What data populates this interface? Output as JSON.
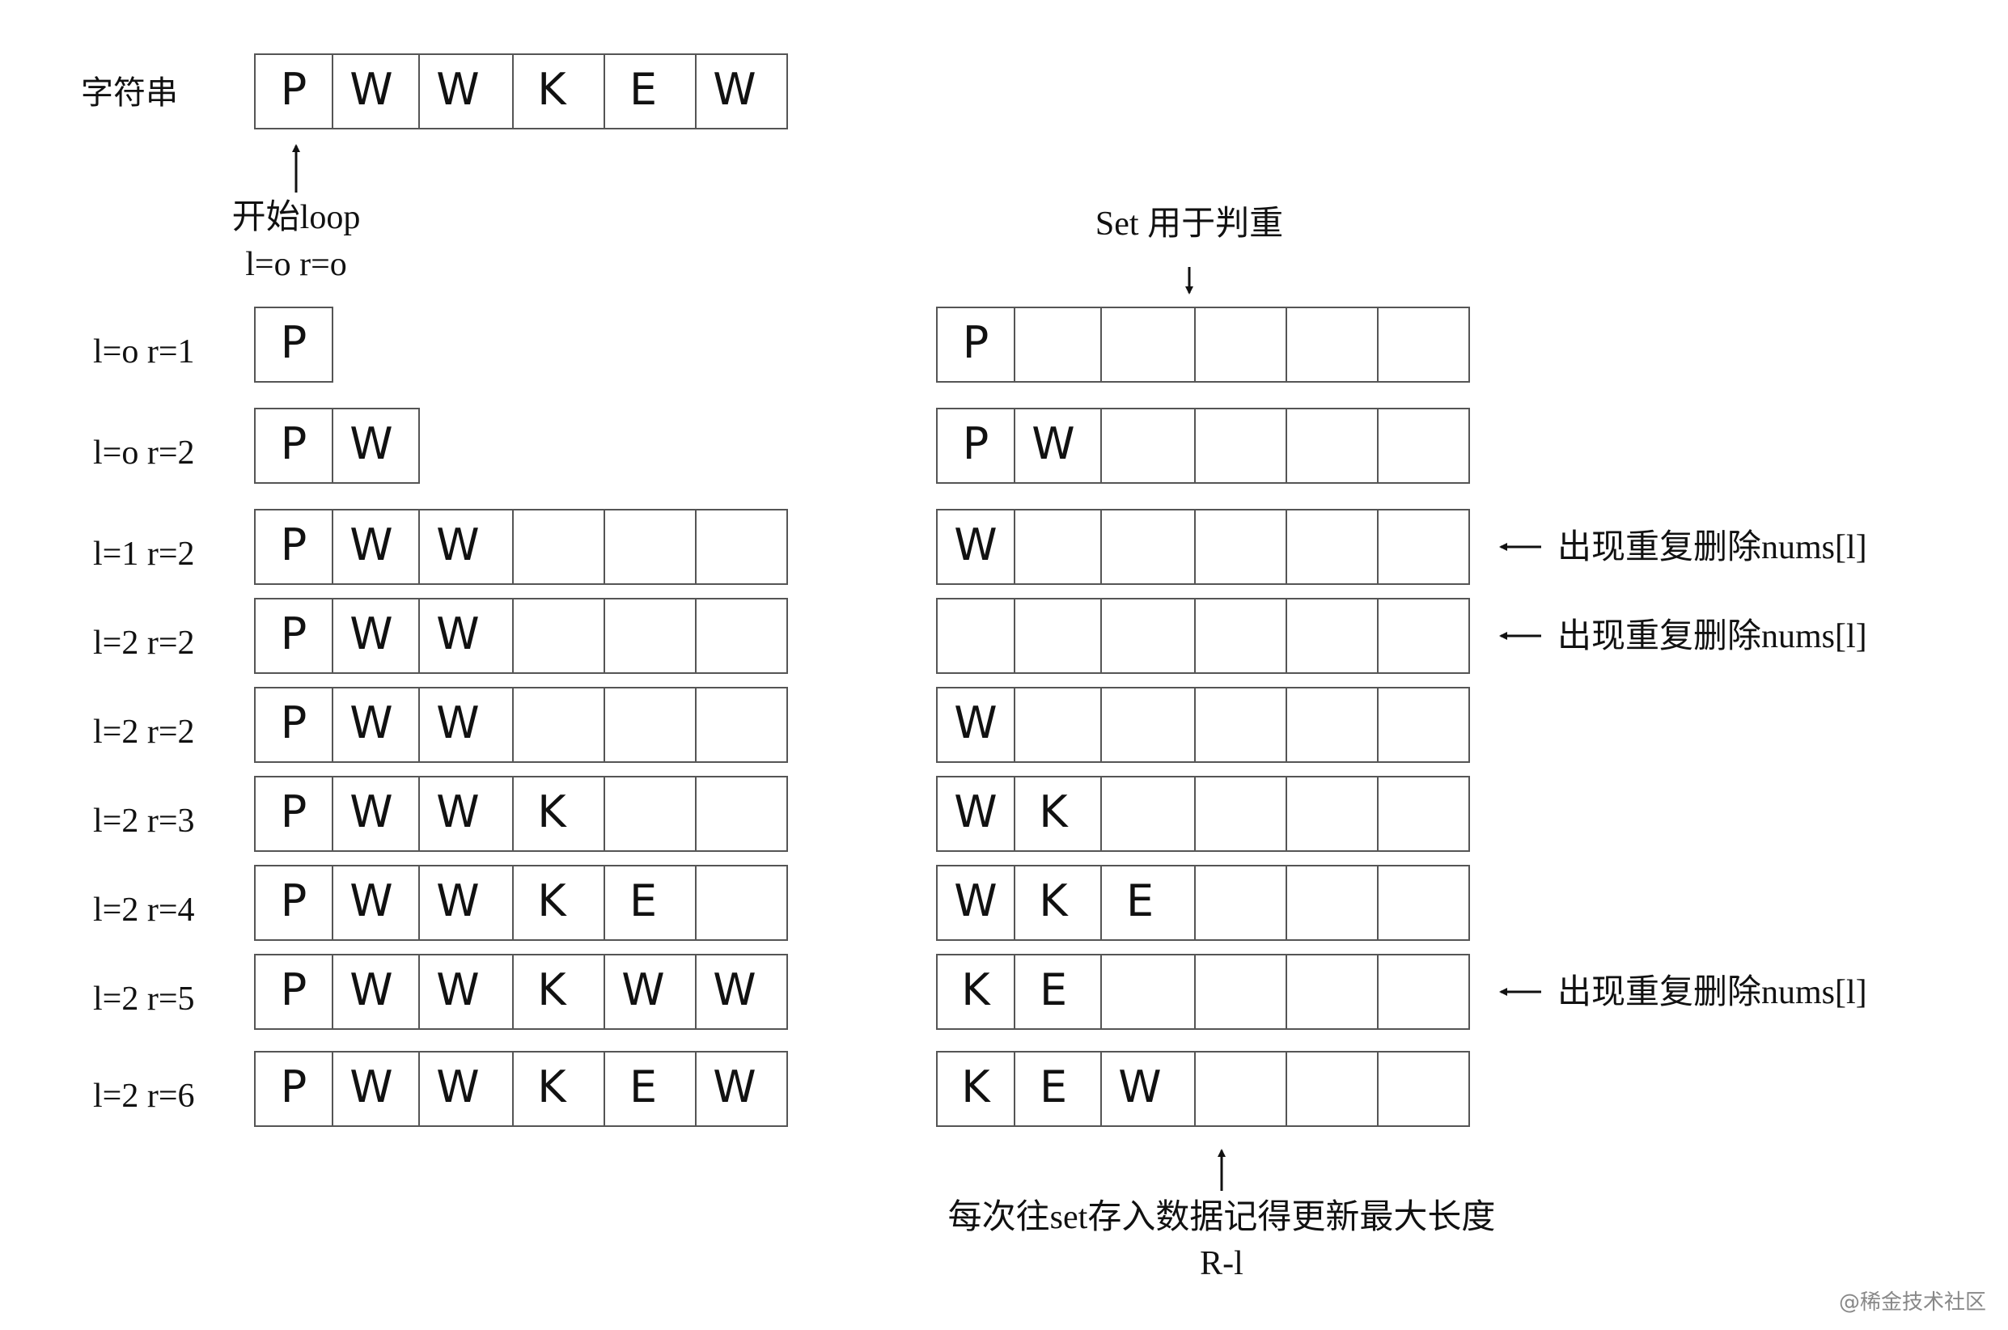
{
  "string_label": "字符串",
  "string_chars": [
    "P",
    "W",
    "W",
    "K",
    "E",
    "W"
  ],
  "start_note": {
    "line1": "开始loop",
    "line2": "l=o r=o"
  },
  "set_title": "Set 用于判重",
  "rows": [
    {
      "label": "l=o r=1",
      "window": [
        "P"
      ],
      "set": [
        "P",
        "",
        "",
        "",
        "",
        ""
      ],
      "note": ""
    },
    {
      "label": "l=o r=2",
      "window": [
        "P",
        "W"
      ],
      "set": [
        "P",
        "W",
        "",
        "",
        "",
        ""
      ],
      "note": ""
    },
    {
      "label": "l=1 r=2",
      "window": [
        "P",
        "W",
        "W",
        "",
        "",
        ""
      ],
      "set": [
        "W",
        "",
        "",
        "",
        "",
        ""
      ],
      "note": "出现重复删除nums[l]"
    },
    {
      "label": "l=2 r=2",
      "window": [
        "P",
        "W",
        "W",
        "",
        "",
        ""
      ],
      "set": [
        "",
        "",
        "",
        "",
        "",
        ""
      ],
      "note": "出现重复删除nums[l]"
    },
    {
      "label": "l=2 r=2",
      "window": [
        "P",
        "W",
        "W",
        "",
        "",
        ""
      ],
      "set": [
        "W",
        "",
        "",
        "",
        "",
        ""
      ],
      "note": ""
    },
    {
      "label": "l=2 r=3",
      "window": [
        "P",
        "W",
        "W",
        "K",
        "",
        ""
      ],
      "set": [
        "W",
        "K",
        "",
        "",
        "",
        ""
      ],
      "note": ""
    },
    {
      "label": "l=2 r=4",
      "window": [
        "P",
        "W",
        "W",
        "K",
        "E",
        ""
      ],
      "set": [
        "W",
        "K",
        "E",
        "",
        "",
        ""
      ],
      "note": ""
    },
    {
      "label": "l=2 r=5",
      "window": [
        "P",
        "W",
        "W",
        "K",
        "W",
        "W"
      ],
      "set": [
        "K",
        "E",
        "",
        "",
        "",
        ""
      ],
      "note": "出现重复删除nums[l]"
    },
    {
      "label": "l=2 r=6",
      "window": [
        "P",
        "W",
        "W",
        "K",
        "E",
        "W"
      ],
      "set": [
        "K",
        "E",
        "W",
        "",
        "",
        ""
      ],
      "note": ""
    }
  ],
  "bottom_note": {
    "line1": "每次往set存入数据记得更新最大长度",
    "line2": "R-l"
  },
  "watermark": "@稀金技术社区",
  "colors": {
    "stroke": "#555555",
    "text": "#111111",
    "watermark": "#888888"
  }
}
